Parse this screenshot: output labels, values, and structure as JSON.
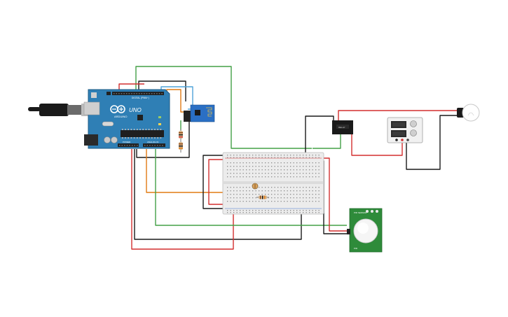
{
  "arduino": {
    "brand": "ARDUINO",
    "model": "UNO",
    "digital_header_label": "DIGITAL (PWM~)",
    "power_label": "POWER",
    "analog_label": "ANALOG IN"
  },
  "pir_sensor": {
    "top_label": "PIR SENSOR",
    "bottom_label": "PIR"
  },
  "colors": {
    "arduino_board": "#2f7fb5",
    "breadboard": "#ececec",
    "wire_red": "#d32f2f",
    "wire_black": "#1a1a1a",
    "wire_green": "#43a047",
    "wire_orange": "#e07b14",
    "wire_blue": "#4fa3d8",
    "esp_module": "#2a6fc4",
    "pir_board": "#2e8b3a"
  }
}
